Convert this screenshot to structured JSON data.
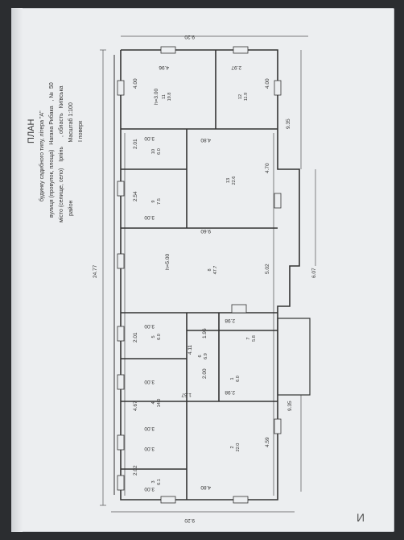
{
  "document": {
    "title": "ПЛАН",
    "subtitle_prefix": "будинку садибного типу, літера \"",
    "subtitle_letter": "А\"",
    "street_label": "вулиця (провулок, площа)",
    "street_value": "Нагана Рибака",
    "house_no_label": ", №",
    "house_no_value": "50",
    "city_label": "місто (селище, село)",
    "city_value": "Ірпінь",
    "region_label": ", область",
    "region_value": "Київська",
    "district_label": "район",
    "scale": "Масштаб 1:100",
    "floor": "І поверх",
    "page_number": "И"
  },
  "plan": {
    "overall_dims": [
      "24.77",
      "9.20",
      "9.20",
      "9.35",
      "9.35",
      "6.07"
    ],
    "wall_dims": [
      "4.96",
      "2.97",
      "4.00",
      "4.00",
      "2.01",
      "2.54",
      "3.00",
      "3.00",
      "3.00",
      "3.00",
      "4.80",
      "4.70",
      "9.60",
      "5.02",
      "2.98",
      "1.96",
      "2.01",
      "4.11",
      "2.00",
      "2.98",
      "1.67",
      "4.67",
      "4.59",
      "2.02",
      "3.00",
      "3.00",
      "3.00",
      "4.80"
    ],
    "heights": [
      "h=3.00",
      "h=5.00"
    ],
    "rooms": [
      {
        "no": "11",
        "area": "19.8"
      },
      {
        "no": "12",
        "area": "11.9"
      },
      {
        "no": "10",
        "area": "6.0"
      },
      {
        "no": "9",
        "area": "7.5"
      },
      {
        "no": "13",
        "area": "22.6"
      },
      {
        "no": "8",
        "area": "47.7"
      },
      {
        "no": "5",
        "area": "6.0"
      },
      {
        "no": "6",
        "area": "6.9"
      },
      {
        "no": "7",
        "area": "5.8"
      },
      {
        "no": "1",
        "area": "6.0"
      },
      {
        "no": "4",
        "area": "14.0"
      },
      {
        "no": "2",
        "area": "22.0"
      },
      {
        "no": "3",
        "area": "6.1"
      }
    ]
  }
}
